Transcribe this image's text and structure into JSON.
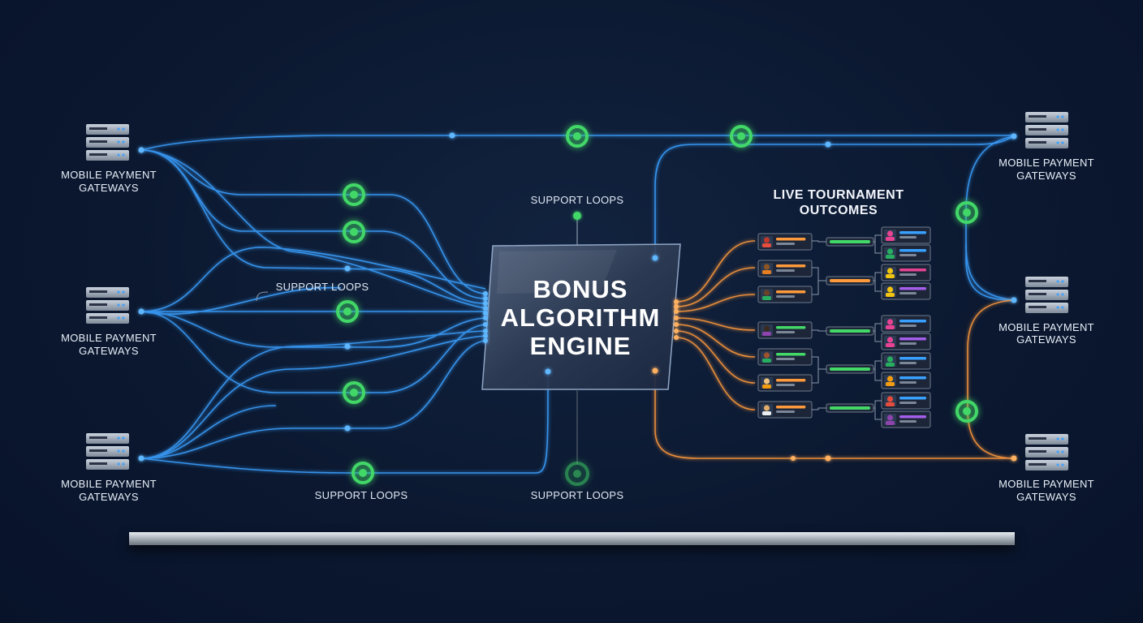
{
  "gateways": [
    {
      "side": "left",
      "line1": "MOBILE PAYMENT",
      "line2": "GATEWAYS"
    },
    {
      "side": "left",
      "line1": "MOBILE PAYMENT",
      "line2": "GATEWAYS"
    },
    {
      "side": "left",
      "line1": "MOBILE PAYMENT",
      "line2": "GATEWAYS"
    },
    {
      "side": "right",
      "line1": "MOBILE PAYMENT",
      "line2": "GATEWAYS"
    },
    {
      "side": "right",
      "line1": "MOBILE PAYMENT",
      "line2": "GATEWAYS"
    },
    {
      "side": "right",
      "line1": "MOBILE PAYMENT",
      "line2": "GATEWAYS"
    }
  ],
  "support_loops": [
    "SUPPORT LOOPS",
    "SUPPORT LOOPS",
    "SUPPORT LOOPS",
    "SUPPORT LOOPS"
  ],
  "engine": {
    "line1": "BONUS",
    "line2": "ALGORITHM",
    "line3": "ENGINE"
  },
  "tournament": {
    "line1": "LIVE TOURNAMENT",
    "line2": "OUTCOMES"
  },
  "colors": {
    "blue": "#3aa0ff",
    "green": "#43d868",
    "orange": "#ff9a3c",
    "background": "#0b1830"
  },
  "icons": {
    "server": "server-rack-icon",
    "player": "player-avatar-icon",
    "loop": "loop-node-icon"
  }
}
